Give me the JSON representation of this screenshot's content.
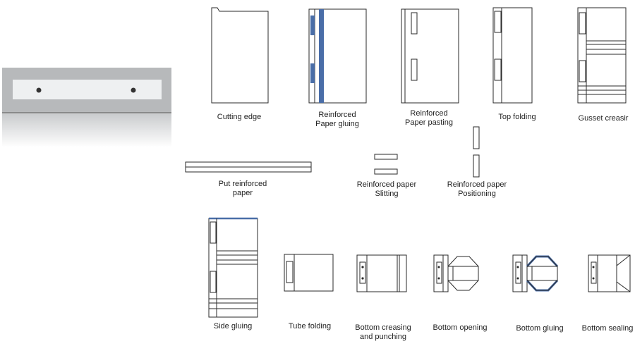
{
  "steps": {
    "cutting_edge": {
      "lines": [
        "Cutting edge"
      ]
    },
    "reinforced_paper_gluing": {
      "lines": [
        "Reinforced",
        "Paper gluing"
      ]
    },
    "reinforced_paper_pasting": {
      "lines": [
        "Reinforced",
        "Paper pasting"
      ]
    },
    "top_folding": {
      "lines": [
        "Top folding"
      ]
    },
    "gusset_creasing": {
      "lines": [
        "Gusset creasir"
      ]
    },
    "put_reinforced_paper": {
      "lines": [
        "Put reinforced",
        "paper"
      ]
    },
    "reinforced_paper_slitting": {
      "lines": [
        "Reinforced paper",
        "Slitting"
      ]
    },
    "reinforced_paper_positioning": {
      "lines": [
        "Reinforced paper",
        "Positioning"
      ]
    },
    "side_gluing": {
      "lines": [
        "Side gluing"
      ]
    },
    "tube_folding": {
      "lines": [
        "Tube folding"
      ]
    },
    "bottom_creasing_and_punching": {
      "lines": [
        "Bottom creasing",
        "and punching"
      ]
    },
    "bottom_opening": {
      "lines": [
        "Bottom opening"
      ]
    },
    "bottom_gluing": {
      "lines": [
        "Bottom gluing"
      ]
    },
    "bottom_sealing": {
      "lines": [
        "Bottom sealing"
      ]
    }
  },
  "colors": {
    "line": "#2a2a2a",
    "glue": "#4a6ea8",
    "panel_gray": "#b4b6b8",
    "panel_light": "#e8e9ea"
  }
}
